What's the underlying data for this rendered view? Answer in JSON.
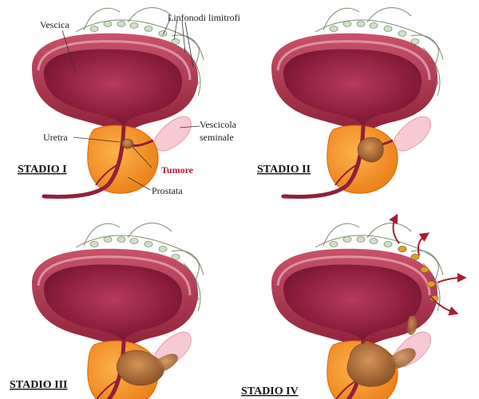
{
  "labels": {
    "bladder": "Vescica",
    "lymph_nodes": "Linfonodi limitrofi",
    "seminal_vesicle_line1": "Vescicola",
    "seminal_vesicle_line2": "seminale",
    "urethra": "Uretra",
    "tumor": "Tumore",
    "prostate": "Prostata"
  },
  "stages": [
    "STADIO I",
    "STADIO II",
    "STADIO III",
    "STADIO IV"
  ],
  "colors": {
    "bladder_outer": "#b0364e",
    "bladder_inner": "#8e1f3b",
    "bladder_wall_light": "#e7a3b0",
    "prostate": "#f5891c",
    "prostate_light": "#fbb04a",
    "tumor": "#b0703a",
    "vesicle": "#f7c9d3",
    "node": "#cfe0c8",
    "node_metastatic": "#d9a12b",
    "arrow": "#a31f30"
  },
  "icons": {
    "spread_arrow": "curved-arrow-icon"
  }
}
